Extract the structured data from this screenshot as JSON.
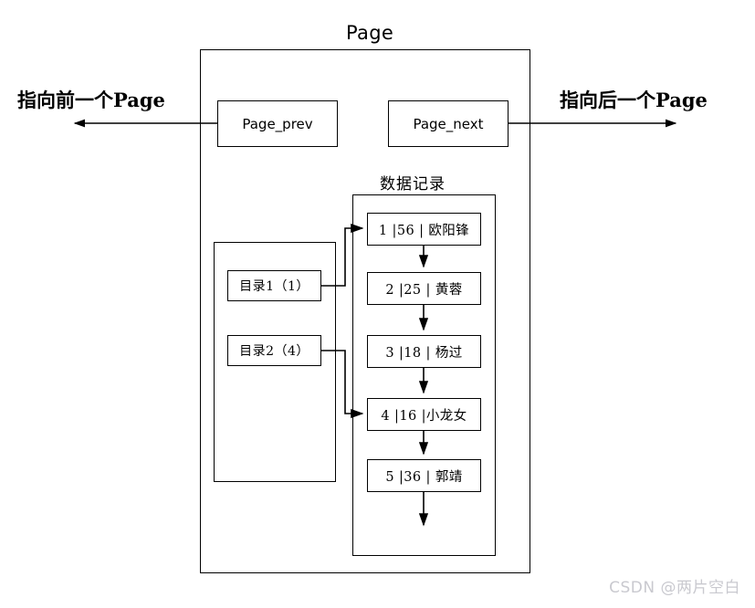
{
  "diagram": {
    "title": "Page",
    "notes": {
      "prev_note": "指向前一个Page",
      "next_note": "指向后一个Page"
    },
    "pointers": [
      {
        "label": "Page_prev"
      },
      {
        "label": "Page_next"
      }
    ],
    "records_section": {
      "title": "数据记录",
      "records": [
        {
          "slot": "1",
          "value": "56",
          "name": "欧阳锋",
          "text": "1  |56  |  欧阳锋"
        },
        {
          "slot": "2",
          "value": "25",
          "name": "黄蓉",
          "text": "2  |25  |  黄蓉"
        },
        {
          "slot": "3",
          "value": "18",
          "name": "杨过",
          "text": "3  |18  |  杨过"
        },
        {
          "slot": "4",
          "value": "16",
          "name": "小龙女",
          "text": "4  |16  |小龙女"
        },
        {
          "slot": "5",
          "value": "36",
          "name": "郭靖",
          "text": "5  |36  |  郭靖"
        }
      ]
    },
    "directory_section": {
      "entries": [
        {
          "label": "目录1（1）",
          "target": "1"
        },
        {
          "label": "目录2（4）",
          "target": "4"
        }
      ]
    },
    "watermark": "CSDN @两片空白",
    "colors": {
      "stroke": "#000000",
      "background": "#ffffff",
      "watermark": "#c9c9cf"
    }
  }
}
